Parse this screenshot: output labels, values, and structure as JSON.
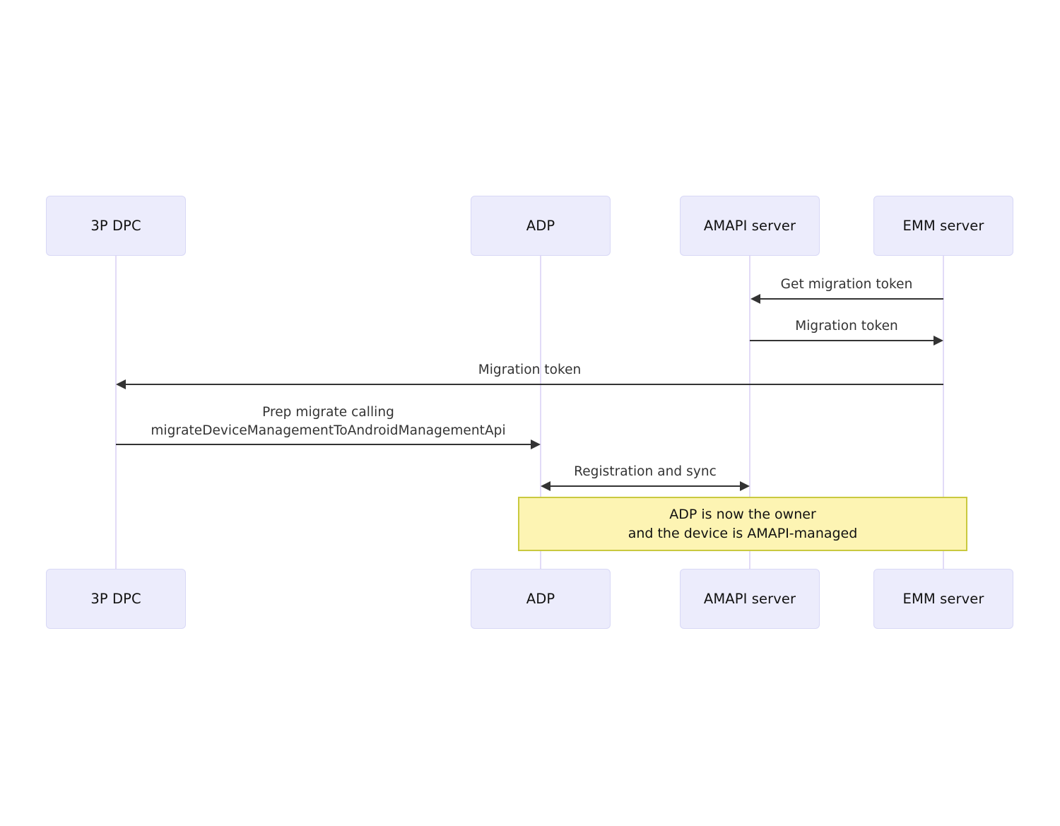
{
  "diagram": {
    "type": "sequence-diagram",
    "title": "",
    "background_color": "#ffffff",
    "participant_fill": "#ececfc",
    "participant_border": "#d8d8f6",
    "lifeline_color": "#e2dbf7",
    "arrow_color": "#333333",
    "note_fill": "#fdf4b3",
    "note_border": "#c9c93f"
  },
  "participants": [
    {
      "id": "dpc",
      "label": "3P DPC"
    },
    {
      "id": "adp",
      "label": "ADP"
    },
    {
      "id": "amapi",
      "label": "AMAPI server"
    },
    {
      "id": "emm",
      "label": "EMM server"
    }
  ],
  "participants_bottom": [
    {
      "id": "dpc",
      "label": "3P DPC"
    },
    {
      "id": "adp",
      "label": "ADP"
    },
    {
      "id": "amapi",
      "label": "AMAPI server"
    },
    {
      "id": "emm",
      "label": "EMM server"
    }
  ],
  "messages": [
    {
      "id": "m1",
      "label": "Get migration token",
      "from": "emm",
      "to": "amapi",
      "direction": "left"
    },
    {
      "id": "m2",
      "label": "Migration token",
      "from": "amapi",
      "to": "emm",
      "direction": "right"
    },
    {
      "id": "m3",
      "label": "Migration token",
      "from": "emm",
      "to": "dpc",
      "direction": "left"
    },
    {
      "id": "m4",
      "label_line1": "Prep migrate calling",
      "label_line2": "migrateDeviceManagementToAndroidManagementApi",
      "from": "dpc",
      "to": "adp",
      "direction": "right"
    },
    {
      "id": "m5",
      "label": "Registration and sync",
      "from": "adp",
      "to": "amapi",
      "direction": "both"
    }
  ],
  "note": {
    "line1": "ADP is now the owner",
    "line2": "and the device is AMAPI-managed"
  }
}
